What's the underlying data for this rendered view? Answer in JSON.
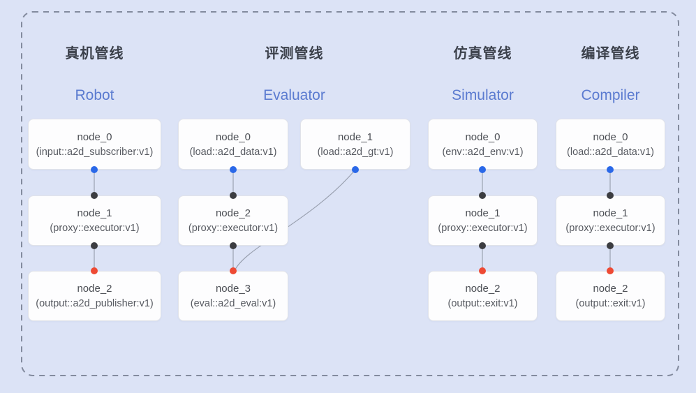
{
  "diagram": {
    "background_color": "#dce3f6",
    "dashed_border_color": "#838b9e",
    "connector_color": "#9aa1b0",
    "node_box_color": "#fdfdfe",
    "node_border_color": "#e1e3e9",
    "title_zh_color": "#3c414b",
    "title_en_color": "#5b7bd0",
    "port_dot_colors": {
      "source": "#2a68e8",
      "input": "#3c3d41",
      "sink": "#ee4a34"
    },
    "pipelines": [
      {
        "id": "robot",
        "title_zh": "真机管线",
        "title_en": "Robot",
        "nodes": [
          {
            "name": "node_0",
            "type": "(input::a2d_subscriber:v1)"
          },
          {
            "name": "node_1",
            "type": "(proxy::executor:v1)"
          },
          {
            "name": "node_2",
            "type": "(output::a2d_publisher:v1)"
          }
        ]
      },
      {
        "id": "evaluator",
        "title_zh": "评测管线",
        "title_en": "Evaluator",
        "nodes": [
          {
            "name": "node_0",
            "type": "(load::a2d_data:v1)"
          },
          {
            "name": "node_1",
            "type": "(load::a2d_gt:v1)"
          },
          {
            "name": "node_2",
            "type": "(proxy::executor:v1)"
          },
          {
            "name": "node_3",
            "type": "(eval::a2d_eval:v1)"
          }
        ]
      },
      {
        "id": "simulator",
        "title_zh": "仿真管线",
        "title_en": "Simulator",
        "nodes": [
          {
            "name": "node_0",
            "type": "(env::a2d_env:v1)"
          },
          {
            "name": "node_1",
            "type": "(proxy::executor:v1)"
          },
          {
            "name": "node_2",
            "type": "(output::exit:v1)"
          }
        ]
      },
      {
        "id": "compiler",
        "title_zh": "编译管线",
        "title_en": "Compiler",
        "nodes": [
          {
            "name": "node_0",
            "type": "(load::a2d_data:v1)"
          },
          {
            "name": "node_1",
            "type": "(proxy::executor:v1)"
          },
          {
            "name": "node_2",
            "type": "(output::exit:v1)"
          }
        ]
      }
    ]
  }
}
